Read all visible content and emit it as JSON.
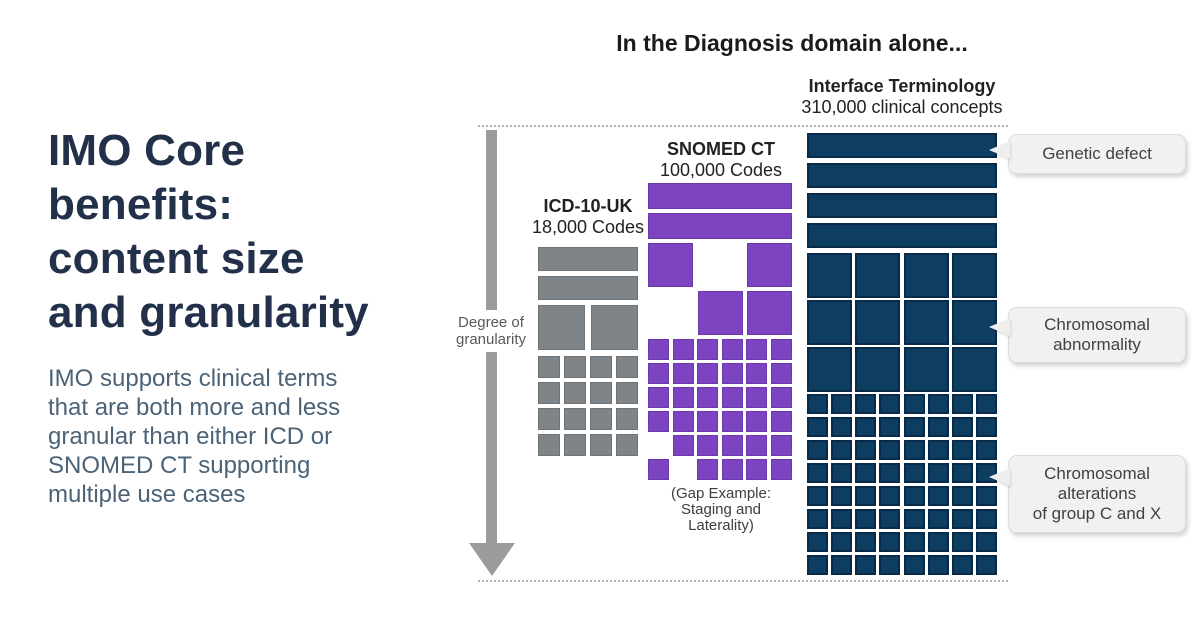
{
  "left_panel": {
    "heading": "IMO Core\nbenefits:\ncontent size\nand granularity",
    "subheading": "IMO supports clinical terms\nthat are both more and less\ngranular than either ICD or\nSNOMED CT supporting\nmultiple use cases"
  },
  "diagram": {
    "title": "In the Diagnosis domain alone...",
    "axis_label": "Degree of\ngranularity",
    "gap_note": "(Gap Example:\nStaging and\nLaterality)",
    "colors": {
      "icd_gray": "#7e8487",
      "snomed_purple": "#7c44c0",
      "interface_navy": "#0e3d62",
      "heading_navy": "#233049",
      "subtext_slate": "#4c6377",
      "arrow_gray": "#9c9c9c",
      "callout_bg": "#f1f1f2"
    },
    "columns": [
      {
        "id": "icd",
        "name": "ICD-10-UK",
        "sub": "18,000 Codes",
        "bars": 2,
        "medium_rows": [
          [
            1,
            1
          ]
        ],
        "small_rows": [
          [
            1,
            1,
            1,
            1
          ],
          [
            1,
            1,
            1,
            1
          ],
          [
            1,
            1,
            1,
            1
          ],
          [
            1,
            1,
            1,
            1
          ]
        ]
      },
      {
        "id": "snomed",
        "name": "SNOMED CT",
        "sub": "100,000 Codes",
        "bars": 2,
        "medium_rows": [
          [
            1,
            0,
            1
          ],
          [
            0,
            1,
            1
          ]
        ],
        "small_rows": [
          [
            1,
            1,
            1,
            1,
            1,
            1
          ],
          [
            1,
            1,
            1,
            1,
            1,
            1
          ],
          [
            1,
            1,
            1,
            1,
            1,
            1
          ],
          [
            1,
            1,
            1,
            1,
            1,
            1
          ],
          [
            0,
            1,
            1,
            1,
            1,
            1
          ],
          [
            1,
            0,
            1,
            1,
            1,
            1
          ]
        ]
      },
      {
        "id": "interface",
        "name": "Interface Terminology",
        "sub": "310,000 clinical concepts",
        "bars": 4,
        "medium_rows": [
          [
            1,
            1,
            1,
            1
          ],
          [
            1,
            1,
            1,
            1
          ],
          [
            1,
            1,
            1,
            1
          ]
        ],
        "small_rows": [
          [
            1,
            1,
            1,
            1,
            1,
            1,
            1,
            1
          ],
          [
            1,
            1,
            1,
            1,
            1,
            1,
            1,
            1
          ],
          [
            1,
            1,
            1,
            1,
            1,
            1,
            1,
            1
          ],
          [
            1,
            1,
            1,
            1,
            1,
            1,
            1,
            1
          ],
          [
            1,
            1,
            1,
            1,
            1,
            1,
            1,
            1
          ],
          [
            1,
            1,
            1,
            1,
            1,
            1,
            1,
            1
          ],
          [
            1,
            1,
            1,
            1,
            1,
            1,
            1,
            1
          ],
          [
            1,
            1,
            1,
            1,
            1,
            1,
            1,
            1
          ]
        ]
      }
    ],
    "callouts": [
      {
        "label": "Genetic defect"
      },
      {
        "label": "Chromosomal\nabnormality"
      },
      {
        "label": "Chromosomal\nalterations\nof group C and X"
      }
    ]
  }
}
